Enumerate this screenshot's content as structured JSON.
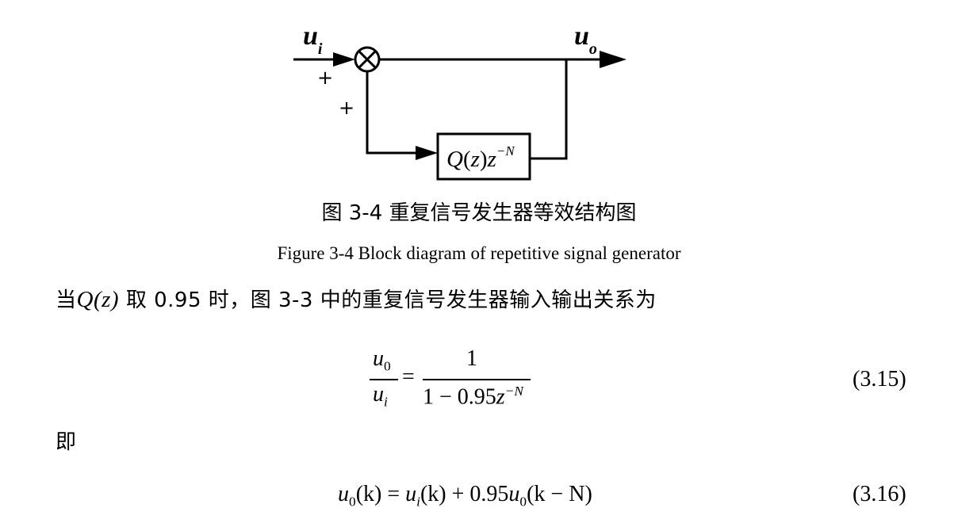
{
  "diagram": {
    "input_label": "u",
    "input_sub": "i",
    "output_label": "u",
    "output_sub": "o",
    "plus_top": "+",
    "plus_bottom": "+",
    "block": {
      "Q": "Q",
      "z_open": "(",
      "z": "z",
      "z_close": ")",
      "z2": "z",
      "exp": "−N"
    }
  },
  "captions": {
    "zh": "图 3-4  重复信号发生器等效结构图",
    "en": "Figure 3-4 Block diagram of repetitive signal generator"
  },
  "text": {
    "when": "当",
    "Qz": "Q(z)",
    "rest": " 取 0.95 时，图 3-3 中的重复信号发生器输入输出关系为",
    "ji": "即"
  },
  "eq315": {
    "num_u": "u",
    "num_sub": "0",
    "den_u": "u",
    "den_sub": "i",
    "equals": "=",
    "rhs_num": "1",
    "rhs_den_prefix": "1 − 0.95",
    "rhs_den_z": "z",
    "rhs_den_exp": "−N",
    "number": "(3.15)"
  },
  "eq316": {
    "lhs": "u",
    "lhs_sub": "0",
    "lhs_arg": "(k)",
    "eq": " = ",
    "t1": "u",
    "t1_sub": "i",
    "t1_arg": "(k)",
    "plus": " + 0.95",
    "t2": "u",
    "t2_sub": "0",
    "t2_arg": "(k − N)",
    "number": "(3.16)"
  }
}
